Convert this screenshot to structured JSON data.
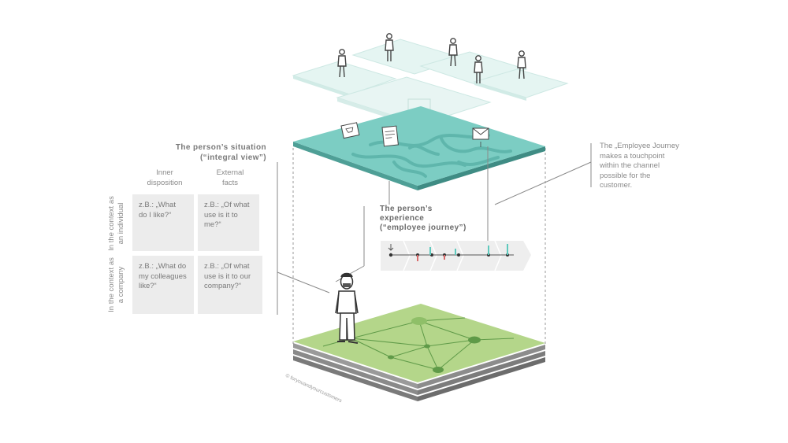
{
  "situation": {
    "title_line1": "The person’s situation",
    "title_line2": "(“integral view”)",
    "columns": [
      {
        "line1": "Inner",
        "line2": "disposition"
      },
      {
        "line1": "External",
        "line2": "facts"
      }
    ],
    "rows": [
      {
        "line1": "In the context as",
        "line2": "an individual"
      },
      {
        "line1": "In the context as",
        "line2": "a company"
      }
    ],
    "cards": [
      {
        "line1": "z.B.: „What",
        "line2": "do I like?“",
        "line3": ""
      },
      {
        "line1": "z.B.: „Of what",
        "line2": "use is it to",
        "line3": "me?“"
      },
      {
        "line1": "z.B.: „What do",
        "line2": "my colleagues",
        "line3": "like?“"
      },
      {
        "line1": "z.B.: „Of what",
        "line2": "use is it to our",
        "line3": "company?“"
      }
    ]
  },
  "experience": {
    "title_line1": "The person’s",
    "title_line2": "experience",
    "title_line3": "(“employee journey”)"
  },
  "note": {
    "line1": "The „Employee Journey",
    "line2": "makes a touchpoint",
    "line3": "within the channel",
    "line4": "possible for the",
    "line5": "customer."
  },
  "credit": "© foryouandyourcustomers",
  "colors": {
    "teal_plane": "#7ccdc3",
    "teal_plane_edge": "#5ab3a9",
    "green_plane": "#b4d68a",
    "green_node": "#5f9a48",
    "card_bg": "#ececec",
    "journey_teal": "#5ec9bd",
    "journey_red": "#d96a6a"
  }
}
